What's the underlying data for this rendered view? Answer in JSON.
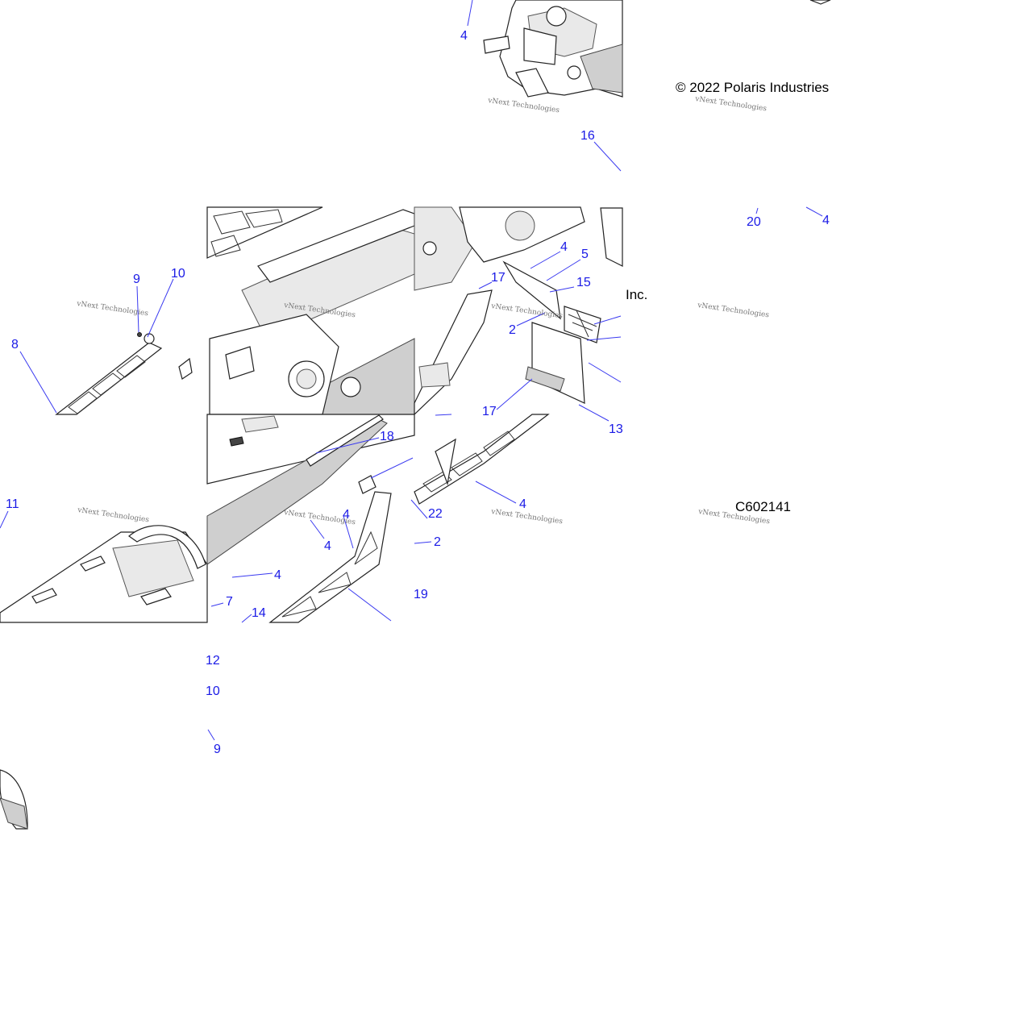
{
  "texts": {
    "copyright": "© 2022 Polaris Industries",
    "inc": "Inc.",
    "diagram_code": "C602141",
    "watermark": "vNext Technologies"
  },
  "callouts": [
    {
      "id": "c1",
      "label": "4"
    },
    {
      "id": "c2",
      "label": "16"
    },
    {
      "id": "c3",
      "label": "20"
    },
    {
      "id": "c4",
      "label": "4"
    },
    {
      "id": "c5",
      "label": "9"
    },
    {
      "id": "c6",
      "label": "10"
    },
    {
      "id": "c7",
      "label": "8"
    },
    {
      "id": "c8",
      "label": "4"
    },
    {
      "id": "c9",
      "label": "5"
    },
    {
      "id": "c10",
      "label": "17"
    },
    {
      "id": "c11",
      "label": "15"
    },
    {
      "id": "c12",
      "label": "2"
    },
    {
      "id": "c13",
      "label": "17"
    },
    {
      "id": "c14",
      "label": "13"
    },
    {
      "id": "c15",
      "label": "18"
    },
    {
      "id": "c16",
      "label": "4"
    },
    {
      "id": "c17",
      "label": "22"
    },
    {
      "id": "c18",
      "label": "4"
    },
    {
      "id": "c19",
      "label": "2"
    },
    {
      "id": "c20",
      "label": "4"
    },
    {
      "id": "c21",
      "label": "19"
    },
    {
      "id": "c22",
      "label": "7"
    },
    {
      "id": "c23",
      "label": "14"
    },
    {
      "id": "c24",
      "label": "11"
    },
    {
      "id": "c25",
      "label": "4"
    },
    {
      "id": "c26",
      "label": "12"
    },
    {
      "id": "c27",
      "label": "10"
    },
    {
      "id": "c28",
      "label": "9"
    }
  ]
}
